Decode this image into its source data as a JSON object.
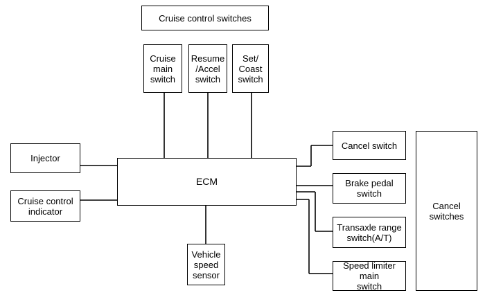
{
  "diagram": {
    "group_top_label": "Cruise control switches",
    "cruise_main_switch": "Cruise\nmain\nswitch",
    "resume_accel_switch": "Resume\n/Accel\nswitch",
    "set_coast_switch": "Set/\nCoast\nswitch",
    "injector": "Injector",
    "cruise_control_indicator": "Cruise control\nindicator",
    "ecm": "ECM",
    "vehicle_speed_sensor": "Vehicle\nspeed\nsensor",
    "cancel_switch": "Cancel switch",
    "brake_pedal_switch": "Brake pedal\nswitch",
    "transaxle_range_switch": "Transaxle range\nswitch(A/T)",
    "speed_limiter_main_switch": "Speed limiter main\nswitch",
    "group_right_label": "Cancel\nswitches"
  }
}
